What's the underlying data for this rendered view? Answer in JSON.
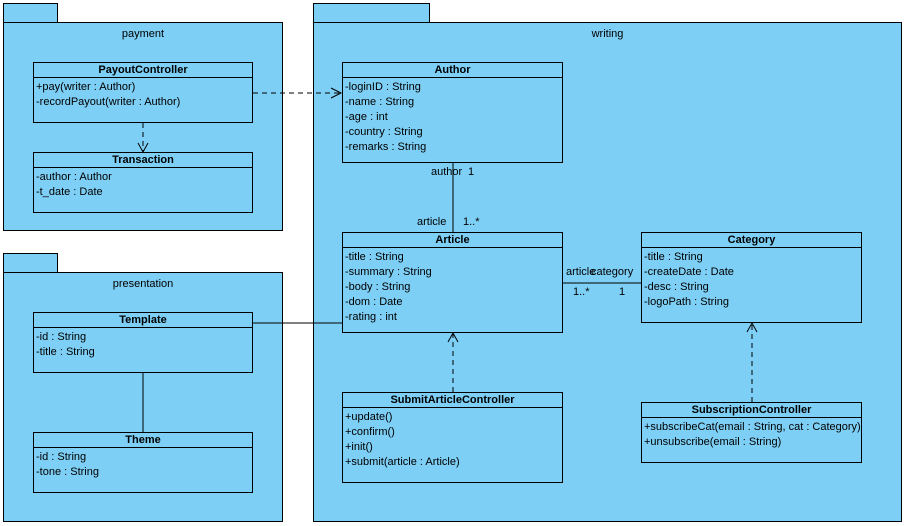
{
  "packages": {
    "payment": "payment",
    "writing": "writing",
    "presentation": "presentation"
  },
  "classes": {
    "payout_controller": {
      "name": "PayoutController",
      "members": [
        "+pay(writer : Author)",
        "-recordPayout(writer : Author)"
      ]
    },
    "transaction": {
      "name": "Transaction",
      "members": [
        "-author : Author",
        "-t_date : Date"
      ]
    },
    "template": {
      "name": "Template",
      "members": [
        "-id : String",
        "-title : String"
      ]
    },
    "theme": {
      "name": "Theme",
      "members": [
        "-id : String",
        "-tone : String"
      ]
    },
    "author": {
      "name": "Author",
      "members": [
        "-loginID : String",
        "-name : String",
        "-age : int",
        "-country : String",
        "-remarks : String"
      ]
    },
    "article": {
      "name": "Article",
      "members": [
        "-title : String",
        "-summary : String",
        "-body : String",
        "-dom : Date",
        "-rating : int"
      ]
    },
    "category": {
      "name": "Category",
      "members": [
        "-title : String",
        "-createDate : Date",
        "-desc : String",
        "-logoPath : String"
      ]
    },
    "submit_article_controller": {
      "name": "SubmitArticleController",
      "members": [
        "+update()",
        "+confirm()",
        "+init()",
        "+submit(article : Article)"
      ]
    },
    "subscription_controller": {
      "name": "SubscriptionController",
      "members": [
        "+subscribeCat(email : String, cat : Category)",
        "+unsubscribe(email : String)"
      ]
    }
  },
  "association_labels": {
    "author_role": "author",
    "author_mult": "1",
    "article_role": "article",
    "article_mult": "1..*",
    "article_cat_role": "article",
    "category_role": "category",
    "article_cat_mult": "1..*",
    "category_mult": "1"
  }
}
